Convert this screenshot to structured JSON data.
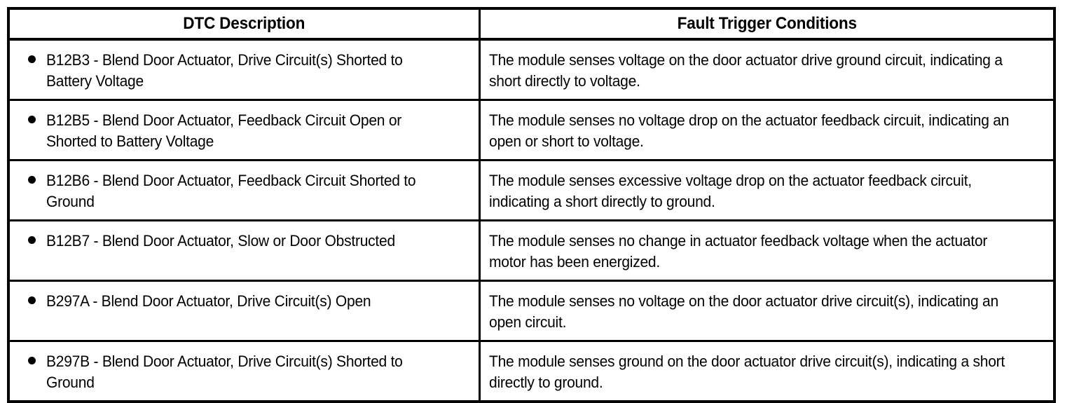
{
  "table": {
    "headers": {
      "dtc_description": "DTC Description",
      "fault_trigger_conditions": "Fault Trigger Conditions"
    },
    "bullet_glyph": "bullet-icon",
    "rows": [
      {
        "dtc": "B12B3 - Blend Door Actuator, Drive Circuit(s) Shorted to Battery Voltage",
        "fault": "The module senses voltage on the door actuator drive ground circuit, indicating a short directly to voltage."
      },
      {
        "dtc": "B12B5 - Blend Door Actuator, Feedback Circuit Open or Shorted to Battery Voltage",
        "fault": "The module senses no voltage drop on the actuator feedback circuit, indicating an open or short to voltage."
      },
      {
        "dtc": "B12B6 - Blend Door Actuator, Feedback Circuit Shorted to Ground",
        "fault": "The module senses excessive voltage drop on the actuator feedback circuit, indicating a short directly to ground."
      },
      {
        "dtc": "B12B7 - Blend Door Actuator, Slow or Door Obstructed",
        "fault": "The module senses no change in actuator feedback voltage when the actuator motor has been energized."
      },
      {
        "dtc": "B297A - Blend Door Actuator, Drive Circuit(s) Open",
        "fault": "The module senses no voltage on the door actuator drive circuit(s), indicating an open circuit."
      },
      {
        "dtc": "B297B - Blend Door Actuator, Drive Circuit(s) Shorted to Ground",
        "fault": "The module senses ground on the door actuator drive circuit(s), indicating a short directly to ground."
      }
    ]
  },
  "colors": {
    "border": "#000000",
    "text": "#000000",
    "background": "#ffffff"
  }
}
